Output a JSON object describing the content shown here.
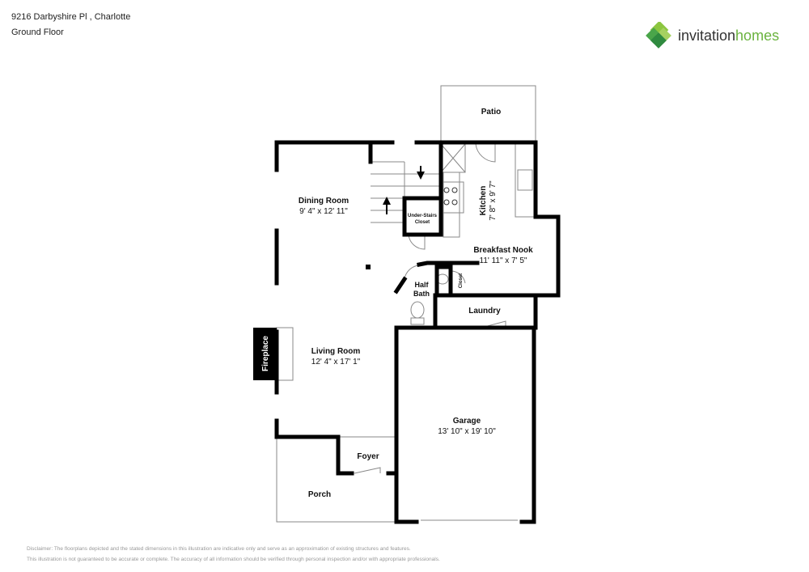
{
  "header": {
    "address": "9216 Darbyshire Pl , Charlotte",
    "floor": "Ground Floor"
  },
  "brand": {
    "name_part1": "invitation",
    "name_part2": "homes",
    "color": "#6bb33f"
  },
  "rooms": {
    "patio": {
      "name": "Patio"
    },
    "dining": {
      "name": "Dining Room",
      "dims": "9' 4\" x 12' 11\""
    },
    "kitchen": {
      "name": "Kitchen",
      "dims": "7' 8\" x 9' 7\""
    },
    "under_stairs": {
      "name_line1": "Under-Stairs",
      "name_line2": "Closet"
    },
    "nook": {
      "name": "Breakfast Nook",
      "dims": "11' 11\" x 7' 5\""
    },
    "half_bath": {
      "name_line1": "Half",
      "name_line2": "Bath"
    },
    "closet": {
      "name": "Closet"
    },
    "laundry": {
      "name": "Laundry"
    },
    "fireplace": {
      "name": "Fireplace"
    },
    "living": {
      "name": "Living Room",
      "dims": "12' 4\" x 17' 1\""
    },
    "garage": {
      "name": "Garage",
      "dims": "13' 10\" x 19' 10\""
    },
    "foyer": {
      "name": "Foyer"
    },
    "porch": {
      "name": "Porch"
    }
  },
  "disclaimer": {
    "line1": "Disclaimer: The floorplans depicted and the stated dimensions in this illustration are indicative only and serve as an approximation of existing structures and features.",
    "line2": "This illustration is not guaranteed to be accurate or complete. The accuracy of all information should be verified through personal inspection and/or with appropriate professionals."
  }
}
